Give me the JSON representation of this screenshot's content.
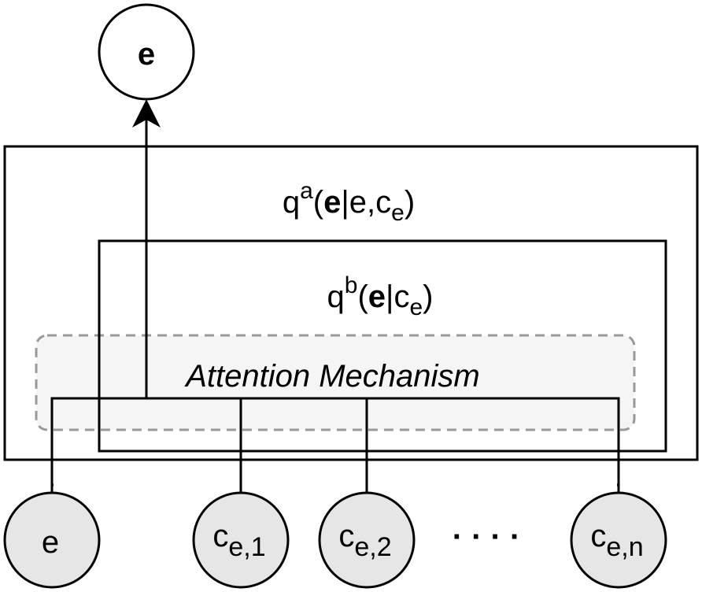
{
  "output_node": {
    "label": "e"
  },
  "outer_box": {
    "label": {
      "q": "q",
      "sup": "a",
      "open": "(",
      "bold": "e",
      "rest": "|e,c",
      "sub": "e",
      "close": ")"
    }
  },
  "inner_box": {
    "label": {
      "q": "q",
      "sup": "b",
      "open": "(",
      "bold": "e",
      "bar": "|c",
      "sub": "e",
      "close": ")"
    }
  },
  "attention": {
    "label": "Attention Mechanism"
  },
  "input_nodes": [
    {
      "main": "e",
      "sub": ""
    },
    {
      "main": "c",
      "sub": "e,1"
    },
    {
      "main": "c",
      "sub": "e,2"
    },
    {
      "main": "c",
      "sub": "e,n"
    }
  ],
  "ellipsis": "· · · ·",
  "colors": {
    "node_fill": "#e6e6e6",
    "attention_fill": "#f5f5f5",
    "attention_stroke": "#999999",
    "stroke": "#000000"
  }
}
